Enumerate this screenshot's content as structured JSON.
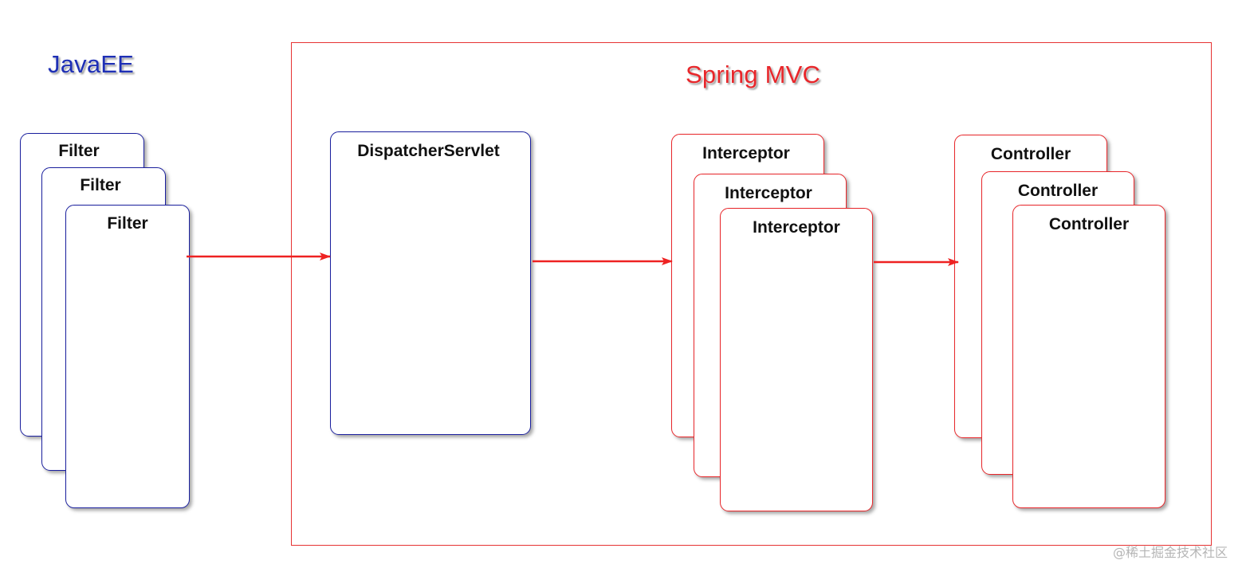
{
  "regions": {
    "javaee": {
      "title": "JavaEE"
    },
    "spring": {
      "title": "Spring MVC"
    }
  },
  "filters": [
    {
      "label": "Filter"
    },
    {
      "label": "Filter"
    },
    {
      "label": "Filter"
    }
  ],
  "dispatcher": {
    "label": "DispatcherServlet"
  },
  "interceptors": [
    {
      "label": "Interceptor"
    },
    {
      "label": "Interceptor"
    },
    {
      "label": "Interceptor"
    }
  ],
  "controllers": [
    {
      "label": "Controller"
    },
    {
      "label": "Controller"
    },
    {
      "label": "Controller"
    }
  ],
  "flow": [
    {
      "from": "Filter",
      "to": "DispatcherServlet"
    },
    {
      "from": "DispatcherServlet",
      "to": "Interceptor"
    },
    {
      "from": "Interceptor",
      "to": "Controller"
    }
  ],
  "watermark": "@稀土掘金技术社区",
  "colors": {
    "javaee": "#1a1f9e",
    "spring": "#e8262a",
    "arrow": "#ee2222"
  }
}
